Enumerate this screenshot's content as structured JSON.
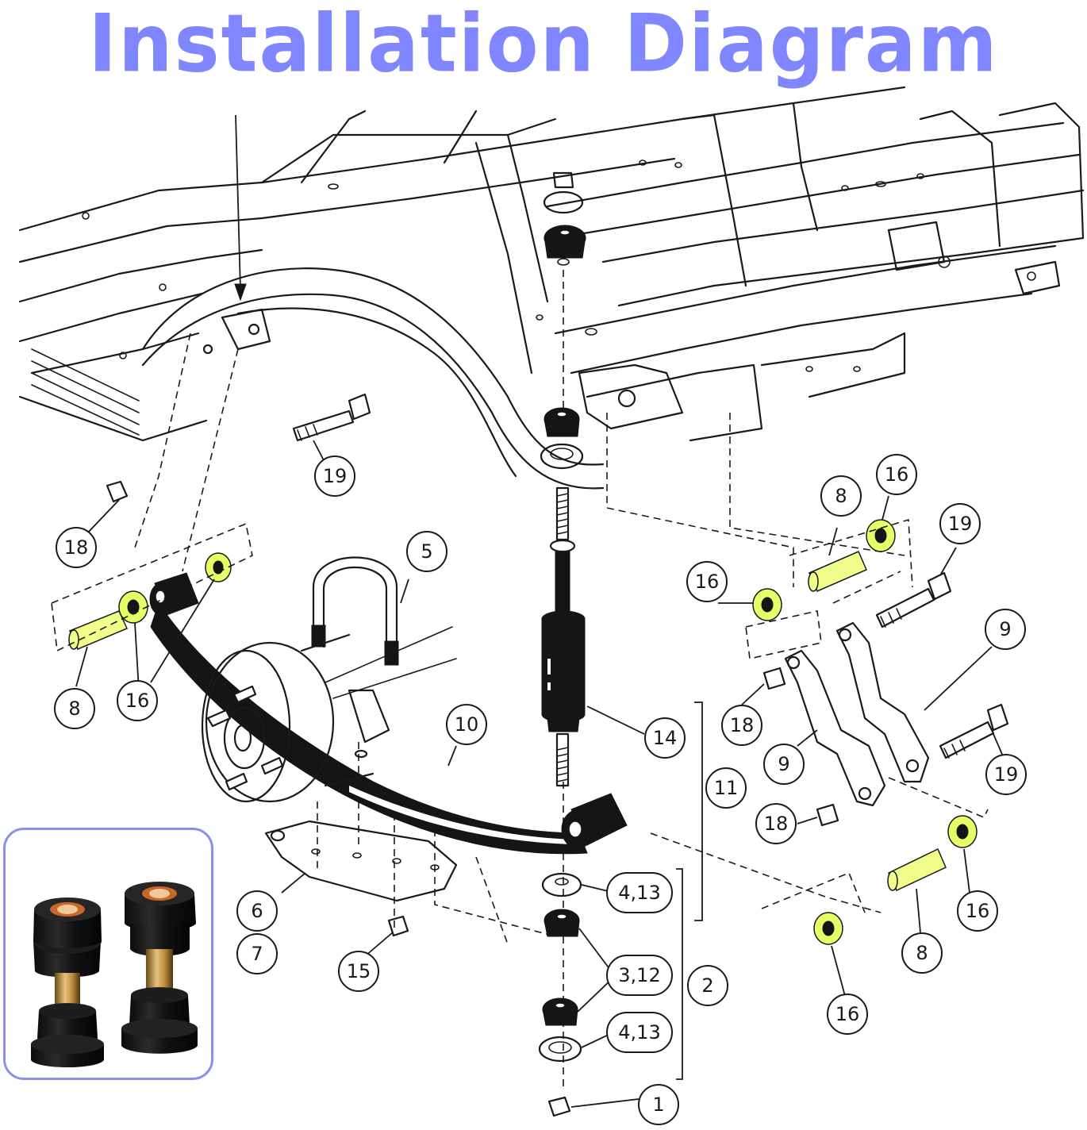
{
  "title": "Installation Diagram",
  "callouts": {
    "c1": "1",
    "c2": "2",
    "c3_12": "3,12",
    "c4_13_top": "4,13",
    "c4_13_bottom": "4,13",
    "c5": "5",
    "c6": "6",
    "c7": "7",
    "c8_left": "8",
    "c8_right_top": "8",
    "c8_right_bottom": "8",
    "c9_upper": "9",
    "c9_lower": "9",
    "c10": "10",
    "c11": "11",
    "c14": "14",
    "c15": "15",
    "c16_left_a": "16",
    "c16_right_top_a": "16",
    "c16_right_top_b": "16",
    "c16_right_bottom_a": "16",
    "c16_right_bottom_b": "16",
    "c18_left": "18",
    "c18_right_a": "18",
    "c18_right_b": "18",
    "c19_left": "19",
    "c19_right_a": "19",
    "c19_right_b": "19"
  },
  "colors": {
    "title": "#7f86ff",
    "highlight_bushing": "#e6ff66",
    "photo_border": "#8a90f0"
  },
  "photo": {
    "label": "bushing product photo"
  }
}
